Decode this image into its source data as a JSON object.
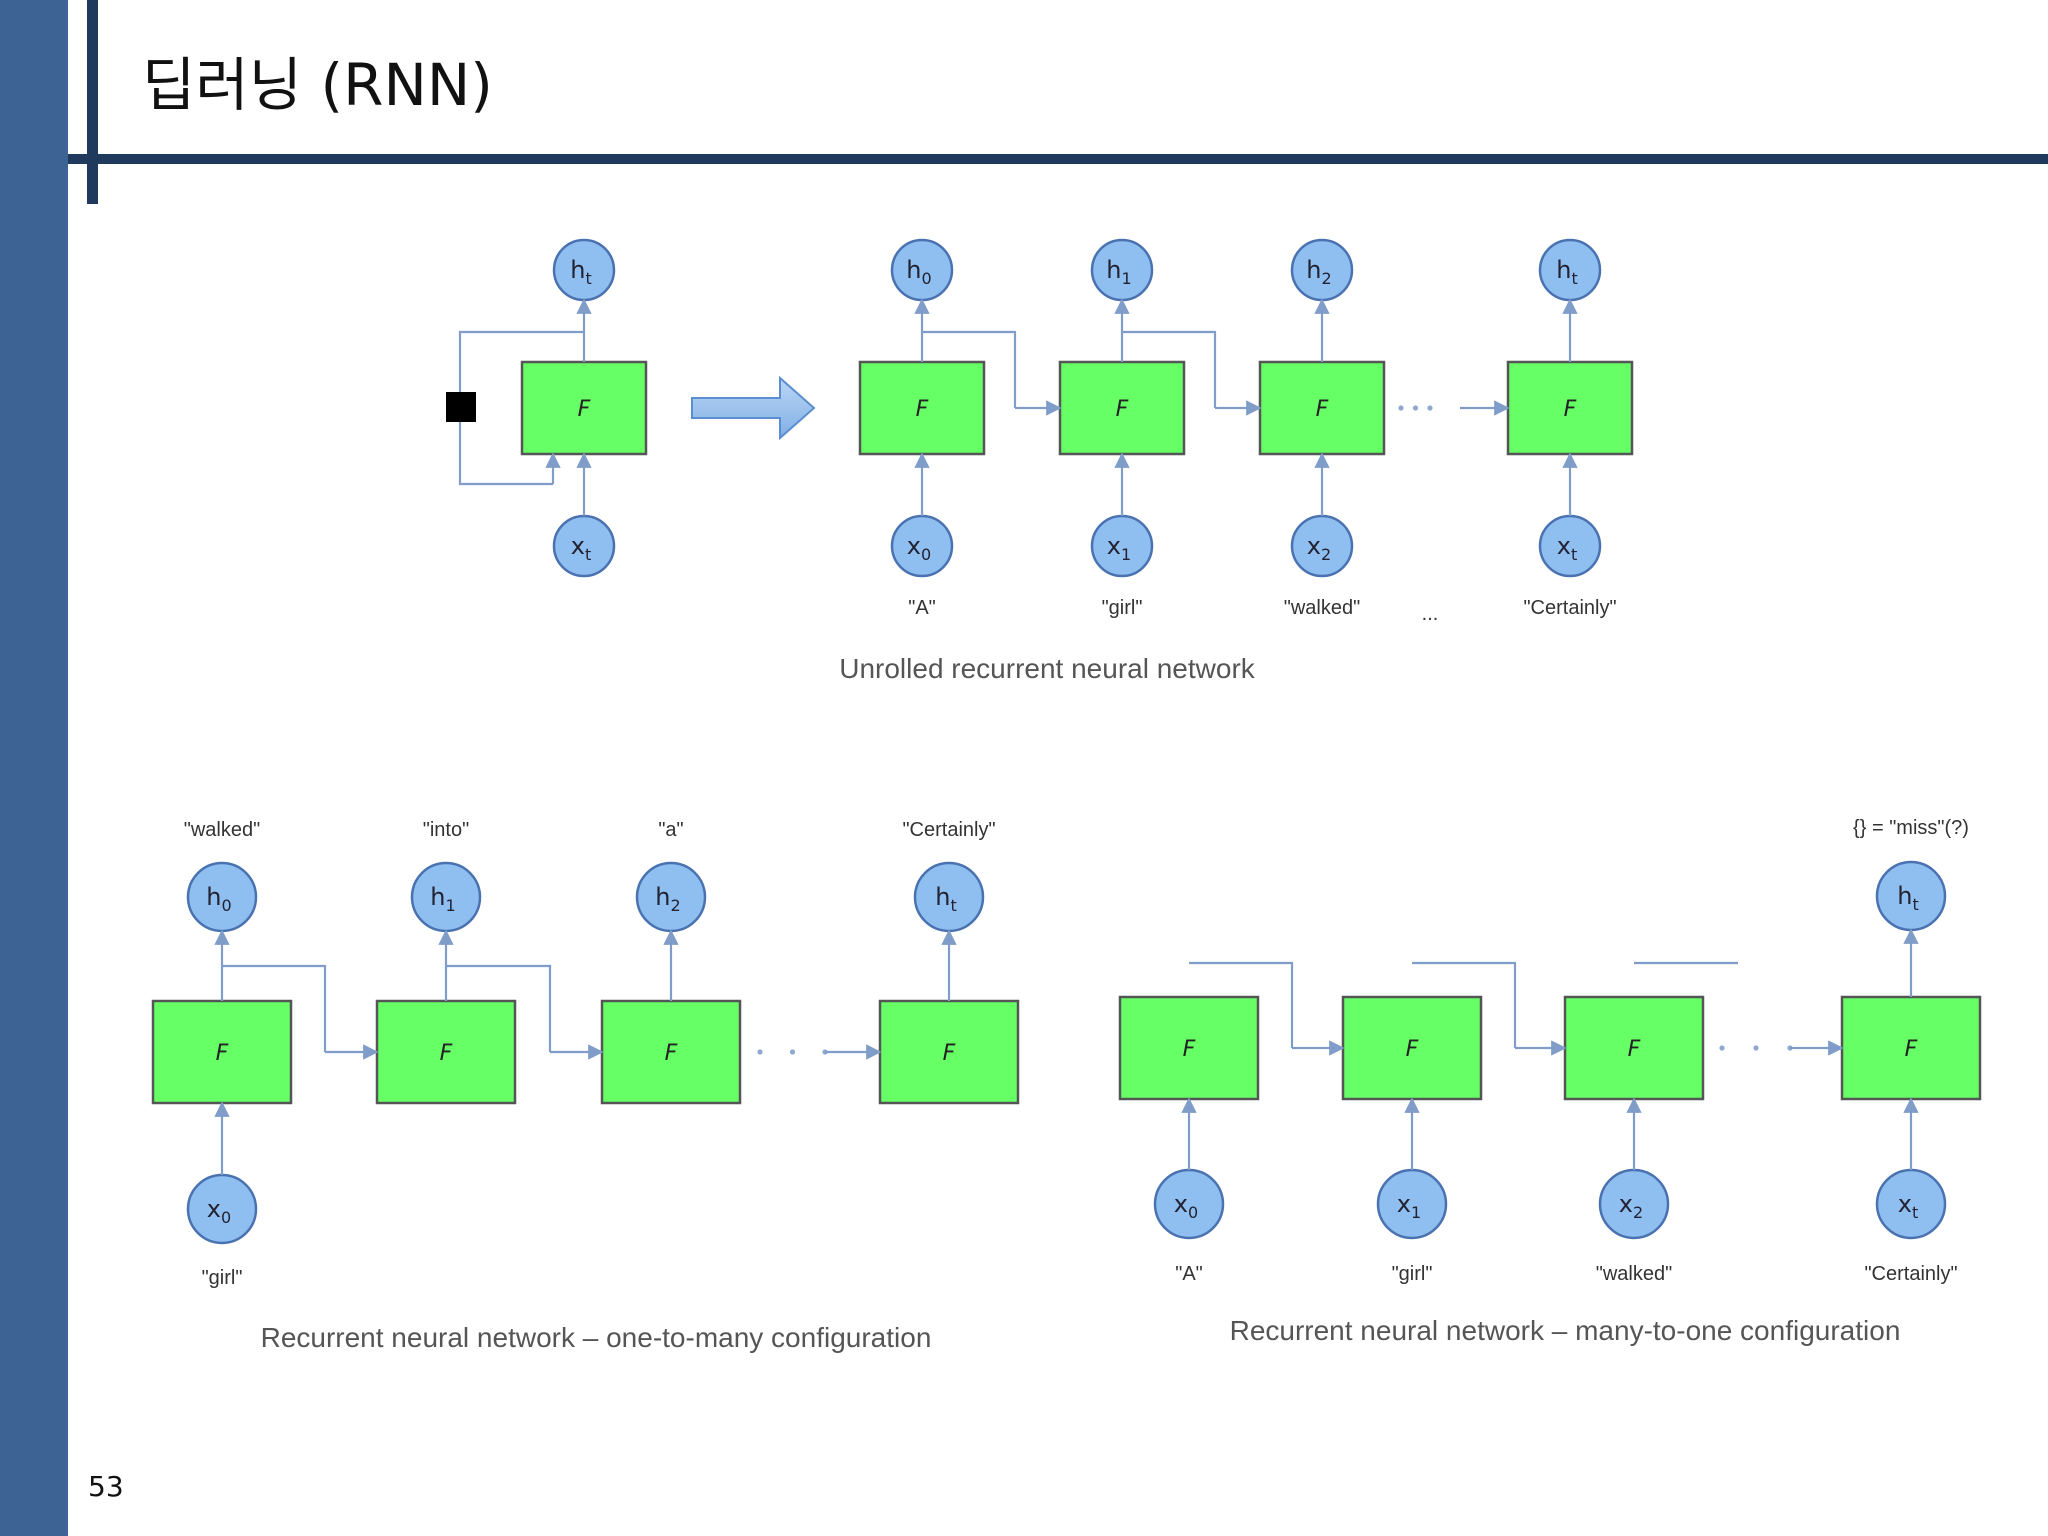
{
  "slide": {
    "title": "딥러닝 (RNN)",
    "page_number": "53"
  },
  "cell_label": "F",
  "ellipsis": "...",
  "colors": {
    "sidebar": "#3d6394",
    "rule": "#1f3a5c",
    "cell": "#66ff66",
    "state": "#8fbff0",
    "arrow": "#7f9dc8"
  },
  "unrolled": {
    "caption": "Unrolled recurrent neural network",
    "folded": {
      "output": {
        "base": "h",
        "sub": "t"
      },
      "input": {
        "base": "x",
        "sub": "t"
      }
    },
    "steps": [
      {
        "output": {
          "base": "h",
          "sub": "0"
        },
        "input": {
          "base": "x",
          "sub": "0"
        },
        "word": "\"A\""
      },
      {
        "output": {
          "base": "h",
          "sub": "1"
        },
        "input": {
          "base": "x",
          "sub": "1"
        },
        "word": "\"girl\""
      },
      {
        "output": {
          "base": "h",
          "sub": "2"
        },
        "input": {
          "base": "x",
          "sub": "2"
        },
        "word": "\"walked\""
      },
      {
        "output": {
          "base": "h",
          "sub": "t"
        },
        "input": {
          "base": "x",
          "sub": "t"
        },
        "word": "\"Certainly\""
      }
    ]
  },
  "one_to_many": {
    "caption": "Recurrent neural network – one-to-many configuration",
    "input": {
      "node": {
        "base": "x",
        "sub": "0"
      },
      "word": "\"girl\""
    },
    "steps": [
      {
        "output": {
          "base": "h",
          "sub": "0"
        },
        "word": "\"walked\""
      },
      {
        "output": {
          "base": "h",
          "sub": "1"
        },
        "word": "\"into\""
      },
      {
        "output": {
          "base": "h",
          "sub": "2"
        },
        "word": "\"a\""
      },
      {
        "output": {
          "base": "h",
          "sub": "t"
        },
        "word": "\"Certainly\""
      }
    ]
  },
  "many_to_one": {
    "caption": "Recurrent neural network – many-to-one configuration",
    "output": {
      "node": {
        "base": "h",
        "sub": "t"
      },
      "word": "{} = \"miss\"(?)"
    },
    "steps": [
      {
        "input": {
          "base": "x",
          "sub": "0"
        },
        "word": "\"A\""
      },
      {
        "input": {
          "base": "x",
          "sub": "1"
        },
        "word": "\"girl\""
      },
      {
        "input": {
          "base": "x",
          "sub": "2"
        },
        "word": "\"walked\""
      },
      {
        "input": {
          "base": "x",
          "sub": "t"
        },
        "word": "\"Certainly\""
      }
    ]
  }
}
